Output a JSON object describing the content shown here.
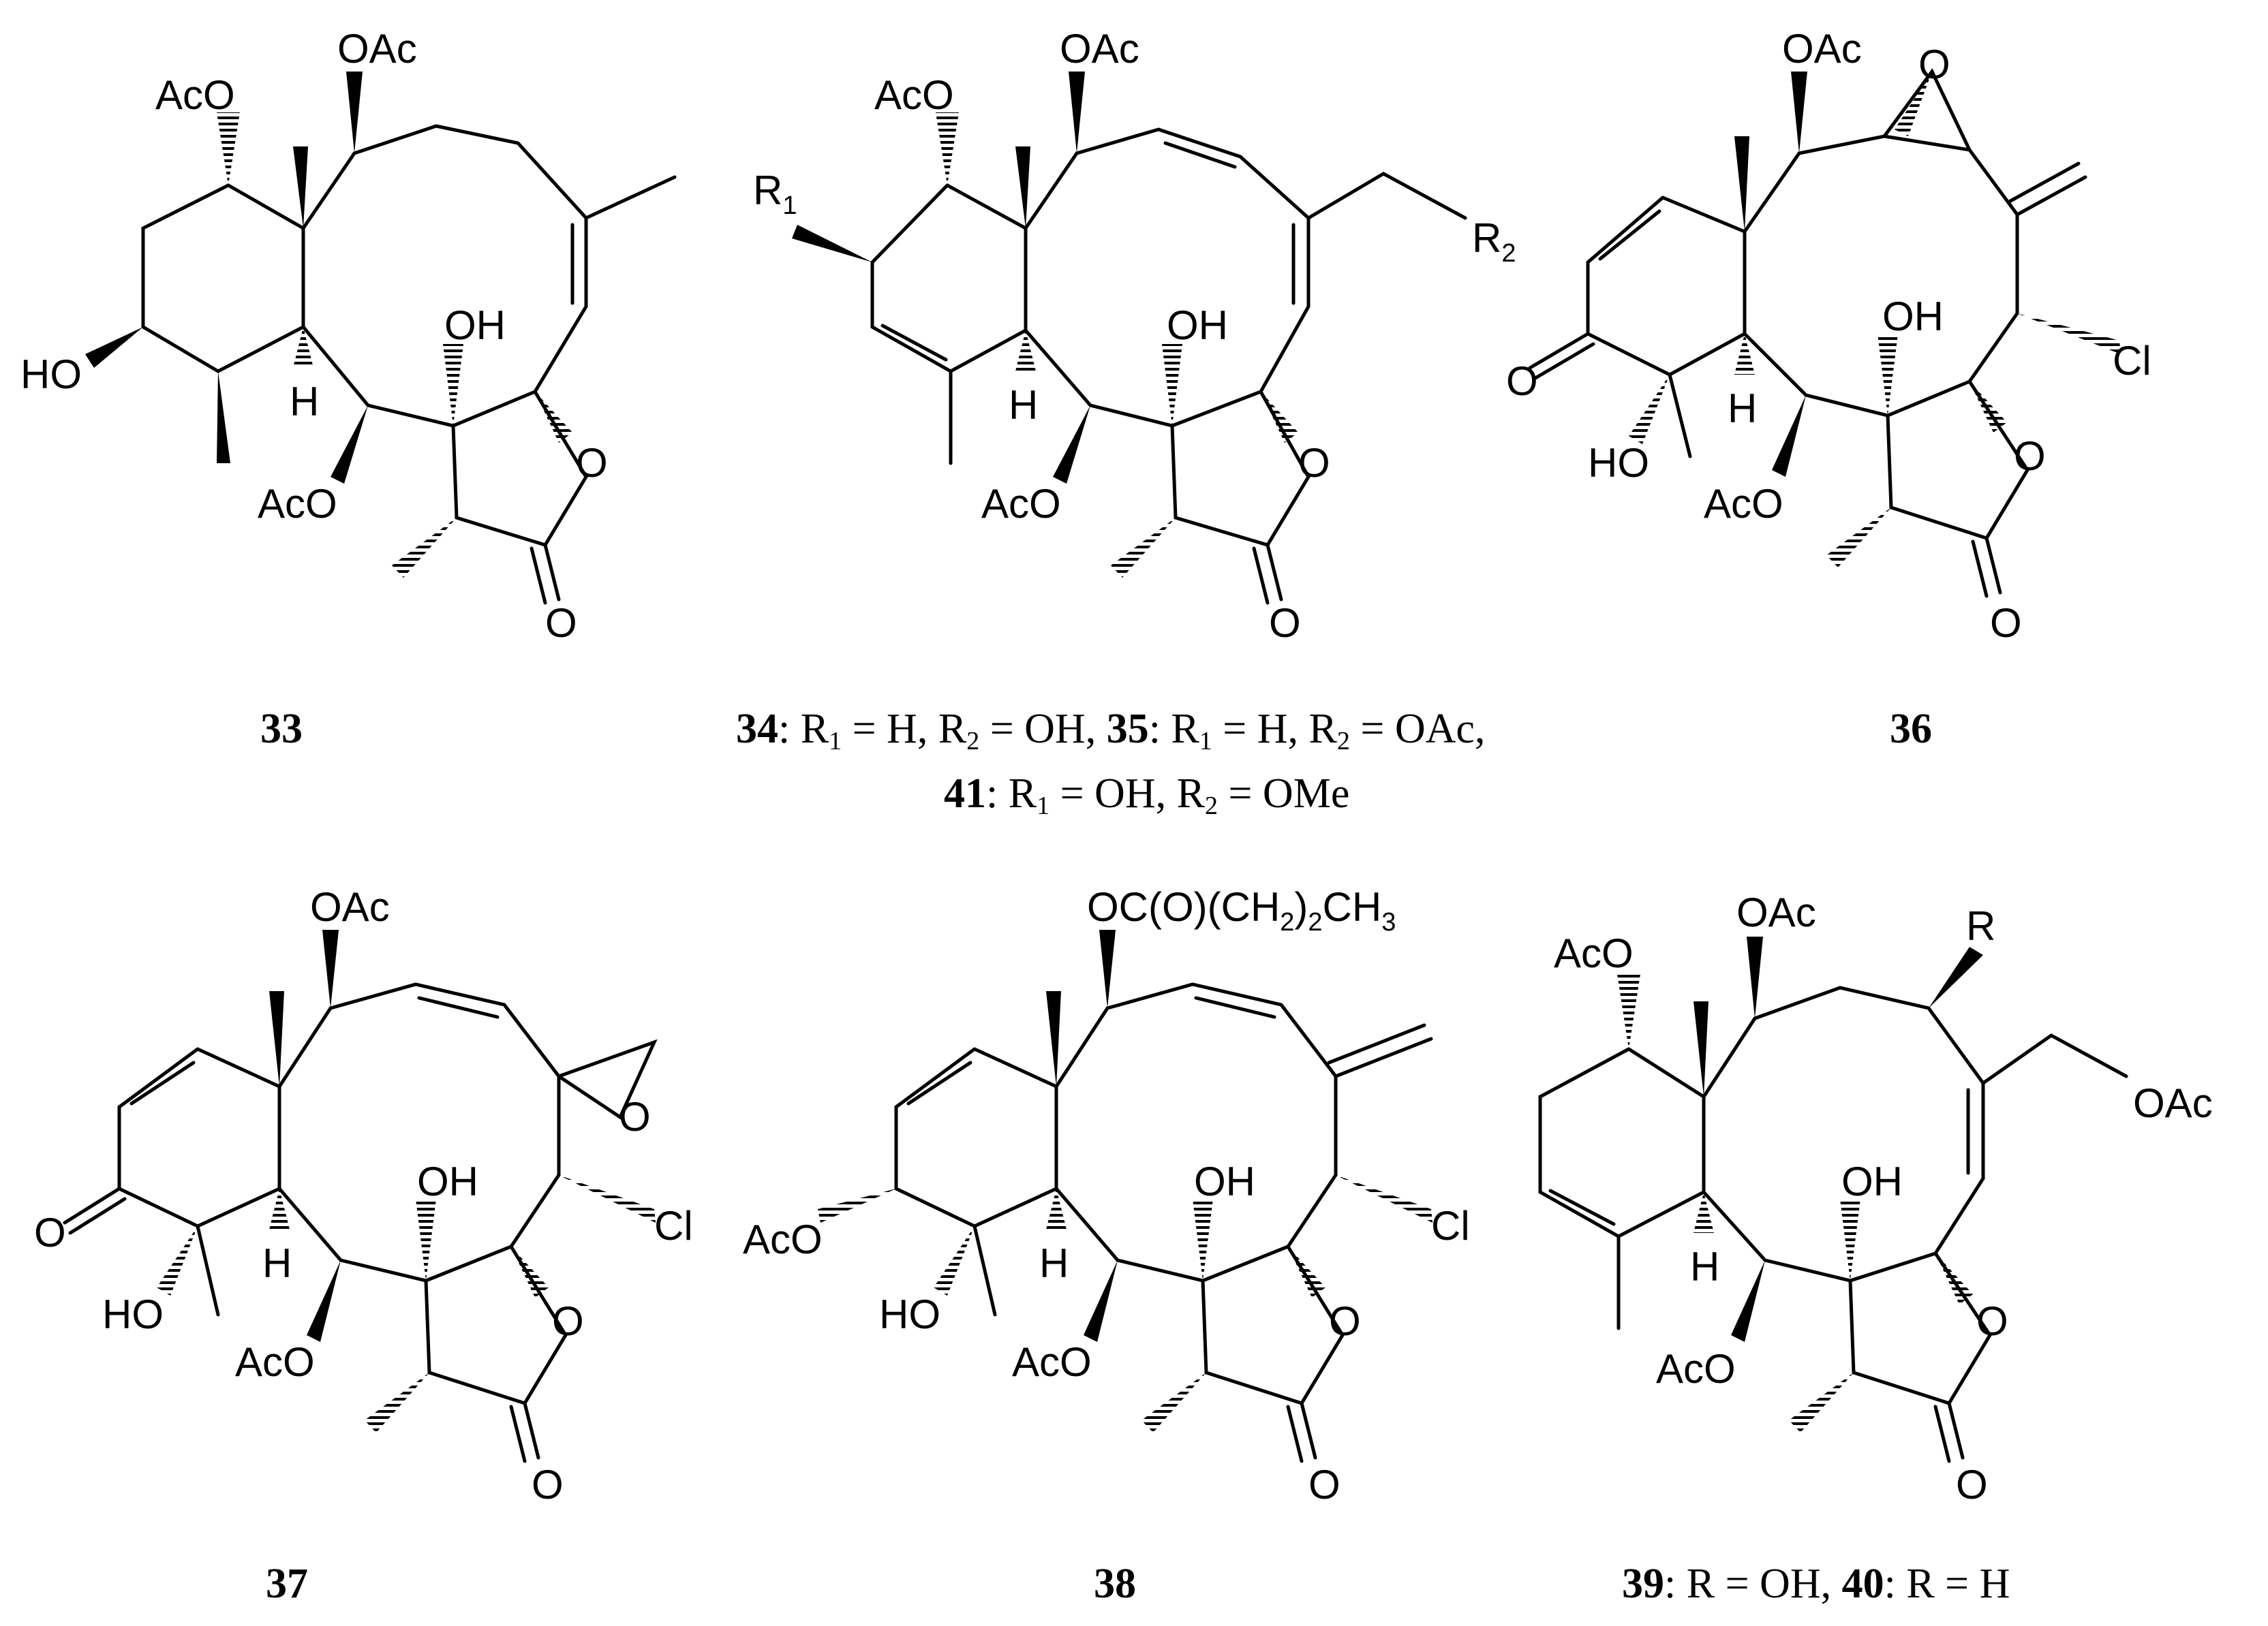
{
  "colors": {
    "ink": "#000000",
    "background": "#ffffff"
  },
  "labels": {
    "OAc": "OAc",
    "AcO": "AcO",
    "OH": "OH",
    "HO": "HO",
    "H": "H",
    "O": "O",
    "Cl": "Cl",
    "R": "R",
    "R_letter": "R",
    "sub1": "1",
    "sub2": "2",
    "sub3": "3",
    "butyrate_a": "OC(O)(CH",
    "butyrate_b": ")",
    "butyrate_c": "CH"
  },
  "compounds": {
    "c33": {
      "number": "33"
    },
    "c34": {
      "number": "34",
      "text": ": R",
      "r1": "1",
      "eq_h": " = H, R",
      "r2": "2",
      "eq_oh": " = OH, "
    },
    "c35": {
      "number": "35",
      "text": ": R",
      "r1": "1",
      "eq_h": " = H, R",
      "r2": "2",
      "eq_oac": " = OAc,"
    },
    "c41": {
      "number": "41",
      "text": ": R",
      "r1": "1",
      "eq_oh": " = OH, R",
      "r2": "2",
      "eq_ome": " = OMe"
    },
    "c36": {
      "number": "36"
    },
    "c37": {
      "number": "37"
    },
    "c38": {
      "number": "38"
    },
    "c39": {
      "number": "39",
      "text": ": R = OH, "
    },
    "c40": {
      "number": "40",
      "text": ": R = H"
    }
  }
}
